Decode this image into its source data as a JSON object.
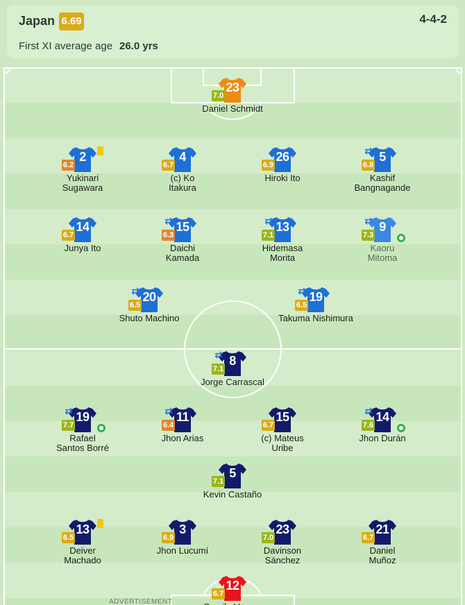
{
  "team": {
    "name": "Japan",
    "rating": "6.69",
    "formation": "4-4-2",
    "avg_age_label": "First XI average age",
    "avg_age_value": "26.0 yrs"
  },
  "colors": {
    "japan_kit": "#1e6fd6",
    "colombia_kit": "#141a6b",
    "gk_japan": "#f08a12",
    "gk_colombia": "#e8151d",
    "rating_gold": "#d9ac17",
    "rating_orange": "#e3852a",
    "rating_green": "#9ab61b"
  },
  "players": [
    {
      "number": "23",
      "first": "Daniel Schmidt",
      "second": "",
      "rating": "7.0",
      "rating_color": "#9ab61b",
      "kit": "gk_japan",
      "sub": false,
      "card": false,
      "goal": false,
      "muted": false
    },
    {
      "number": "2",
      "first": "Yukinari",
      "second": "Sugawara",
      "rating": "6.2",
      "rating_color": "#e3852a",
      "kit": "japan",
      "sub": false,
      "card": true,
      "goal": false,
      "muted": false
    },
    {
      "number": "4",
      "first": "(c) Ko",
      "second": "Itakura",
      "rating": "6.7",
      "rating_color": "#d9ac17",
      "kit": "japan",
      "sub": false,
      "card": false,
      "goal": false,
      "muted": false
    },
    {
      "number": "26",
      "first": "Hiroki Ito",
      "second": "",
      "rating": "6.9",
      "rating_color": "#d9ac17",
      "kit": "japan",
      "sub": false,
      "card": false,
      "goal": false,
      "muted": false
    },
    {
      "number": "5",
      "first": "Kashif",
      "second": "Bangnagande",
      "rating": "6.8",
      "rating_color": "#d9ac17",
      "kit": "japan",
      "sub": true,
      "card": false,
      "goal": false,
      "muted": false
    },
    {
      "number": "14",
      "first": "Junya Ito",
      "second": "",
      "rating": "6.7",
      "rating_color": "#d9ac17",
      "kit": "japan",
      "sub": false,
      "card": false,
      "goal": false,
      "muted": false
    },
    {
      "number": "15",
      "first": "Daichi",
      "second": "Kamada",
      "rating": "6.3",
      "rating_color": "#e3852a",
      "kit": "japan",
      "sub": true,
      "card": false,
      "goal": false,
      "muted": false
    },
    {
      "number": "13",
      "first": "Hidemasa",
      "second": "Morita",
      "rating": "7.1",
      "rating_color": "#9ab61b",
      "kit": "japan",
      "sub": true,
      "card": false,
      "goal": false,
      "muted": false
    },
    {
      "number": "9",
      "first": "Kaoru",
      "second": "Mitoma",
      "rating": "7.3",
      "rating_color": "#9ab61b",
      "kit": "japan_light",
      "sub": true,
      "card": false,
      "goal": true,
      "muted": true
    },
    {
      "number": "20",
      "first": "Shuto Machino",
      "second": "",
      "rating": "6.5",
      "rating_color": "#d9ac17",
      "kit": "japan",
      "sub": true,
      "card": false,
      "goal": false,
      "muted": false
    },
    {
      "number": "19",
      "first": "Takuma Nishimura",
      "second": "",
      "rating": "6.5",
      "rating_color": "#d9ac17",
      "kit": "japan",
      "sub": true,
      "card": false,
      "goal": false,
      "muted": false
    },
    {
      "number": "8",
      "first": "Jorge Carrascal",
      "second": "",
      "rating": "7.1",
      "rating_color": "#9ab61b",
      "kit": "colombia",
      "sub": true,
      "card": false,
      "goal": false,
      "muted": false
    },
    {
      "number": "19",
      "first": "Rafael",
      "second": "Santos Borré",
      "rating": "7.7",
      "rating_color": "#9ab61b",
      "kit": "colombia",
      "sub": true,
      "card": false,
      "goal": true,
      "muted": false
    },
    {
      "number": "11",
      "first": "Jhon Arias",
      "second": "",
      "rating": "6.4",
      "rating_color": "#e3852a",
      "kit": "colombia",
      "sub": true,
      "card": false,
      "goal": false,
      "muted": false
    },
    {
      "number": "15",
      "first": "(c) Mateus",
      "second": "Uribe",
      "rating": "6.7",
      "rating_color": "#d9ac17",
      "kit": "colombia",
      "sub": false,
      "card": false,
      "goal": false,
      "muted": false
    },
    {
      "number": "14",
      "first": "Jhon Durán",
      "second": "",
      "rating": "7.6",
      "rating_color": "#9ab61b",
      "kit": "colombia",
      "sub": true,
      "card": false,
      "goal": true,
      "muted": false
    },
    {
      "number": "5",
      "first": "Kevin Castaño",
      "second": "",
      "rating": "7.1",
      "rating_color": "#9ab61b",
      "kit": "colombia",
      "sub": false,
      "card": false,
      "goal": false,
      "muted": false
    },
    {
      "number": "13",
      "first": "Deiver",
      "second": "Machado",
      "rating": "6.5",
      "rating_color": "#d9ac17",
      "kit": "colombia",
      "sub": false,
      "card": true,
      "goal": false,
      "muted": false
    },
    {
      "number": "3",
      "first": "Jhon Lucumí",
      "second": "",
      "rating": "6.9",
      "rating_color": "#d9ac17",
      "kit": "colombia",
      "sub": false,
      "card": false,
      "goal": false,
      "muted": false
    },
    {
      "number": "23",
      "first": "Davinson",
      "second": "Sánchez",
      "rating": "7.0",
      "rating_color": "#9ab61b",
      "kit": "colombia",
      "sub": false,
      "card": false,
      "goal": false,
      "muted": false
    },
    {
      "number": "21",
      "first": "Daniel",
      "second": "Muñoz",
      "rating": "6.7",
      "rating_color": "#d9ac17",
      "kit": "colombia",
      "sub": false,
      "card": false,
      "goal": false,
      "muted": false
    },
    {
      "number": "12",
      "first": "Camilo Vargas",
      "second": "",
      "rating": "6.7",
      "rating_color": "#d9ac17",
      "kit": "gk_colombia",
      "sub": false,
      "card": false,
      "goal": false,
      "muted": false
    }
  ],
  "ad_label": "ADVERTISEMENT"
}
